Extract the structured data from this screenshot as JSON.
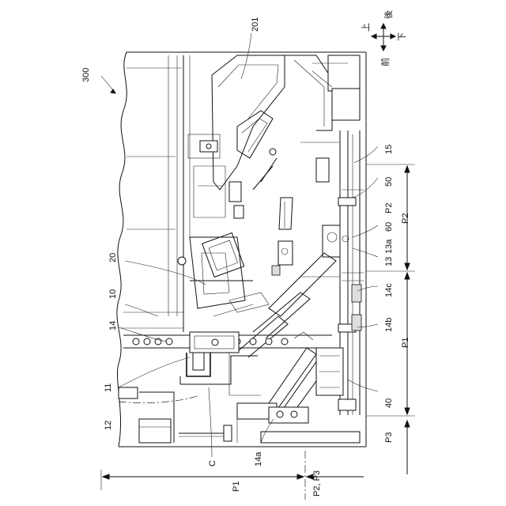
{
  "figure": {
    "ref_300": "300",
    "ref_201": "201",
    "ref_15": "15",
    "ref_50": "50",
    "ref_P2_a": "P2",
    "ref_P2_b": "P2",
    "ref_60": "60",
    "ref_13a": "13a",
    "ref_13": "13",
    "ref_14c": "14c",
    "ref_14b": "14b",
    "ref_P1_a": "P1",
    "ref_40": "40",
    "ref_P3_a": "P3",
    "ref_20": "20",
    "ref_10": "10",
    "ref_14": "14",
    "ref_11": "11",
    "ref_12": "12",
    "ref_C": "C",
    "ref_14a": "14a",
    "ref_P1_b": "P1",
    "ref_P2P3": "P2, P3"
  },
  "orientation": {
    "up": "上",
    "down": "下",
    "rear": "後",
    "front": "前"
  }
}
